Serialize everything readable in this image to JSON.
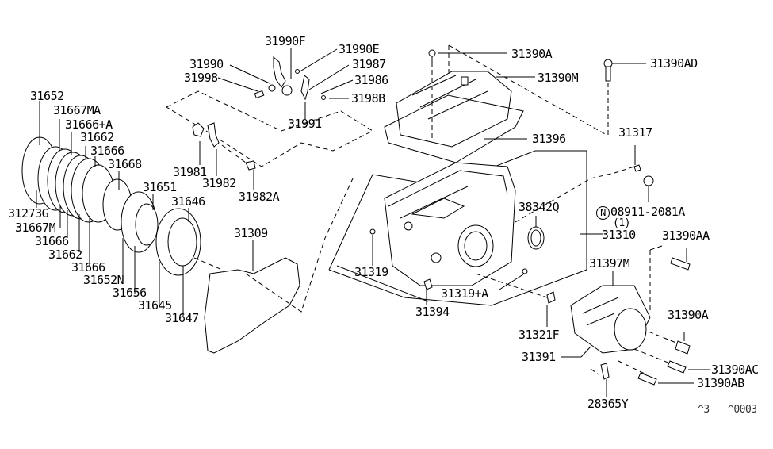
{
  "diagram": {
    "type": "exploded-parts-diagram",
    "subject": "automatic transmission case, oil pan and clutch pack",
    "labels": {
      "p31990F": "31990F",
      "p31990E": "31990E",
      "p31990": "31990",
      "p31998": "31998",
      "p31987": "31987",
      "p31986": "31986",
      "p3198B": "3198B",
      "p31991": "31991",
      "p31390A_top": "31390A",
      "p31390M": "31390M",
      "p31390AD": "31390AD",
      "p31396": "31396",
      "p31317": "31317",
      "p31652": "31652",
      "p31667MA": "31667MA",
      "p31666A": "31666+A",
      "p31662_top": "31662",
      "p31666_top": "31666",
      "p31668": "31668",
      "p31651": "31651",
      "p31646": "31646",
      "p31981": "31981",
      "p31982": "31982",
      "p31982A": "31982A",
      "p31273G": "31273G",
      "p31667M": "31667M",
      "p31666_b1": "31666",
      "p31662_b": "31662",
      "p31666_b2": "31666",
      "p31652N": "31652N",
      "p31656": "31656",
      "p31645": "31645",
      "p31647": "31647",
      "p31309": "31309",
      "p38342Q": "38342Q",
      "p08911": "08911-2081A",
      "p08911_qty": "(1)",
      "p08911_prefix": "N",
      "p31310": "31310",
      "p31390AA": "31390AA",
      "p31319": "31319",
      "p31319A": "31319+A",
      "p31394": "31394",
      "p31321F": "31321F",
      "p31397M": "31397M",
      "p31390A_right": "31390A",
      "p31391": "31391",
      "p31390AC": "31390AC",
      "p31390AB": "31390AB",
      "p28365Y": "28365Y"
    },
    "footer_code_1": "^3",
    "footer_code_2": "^0003"
  }
}
